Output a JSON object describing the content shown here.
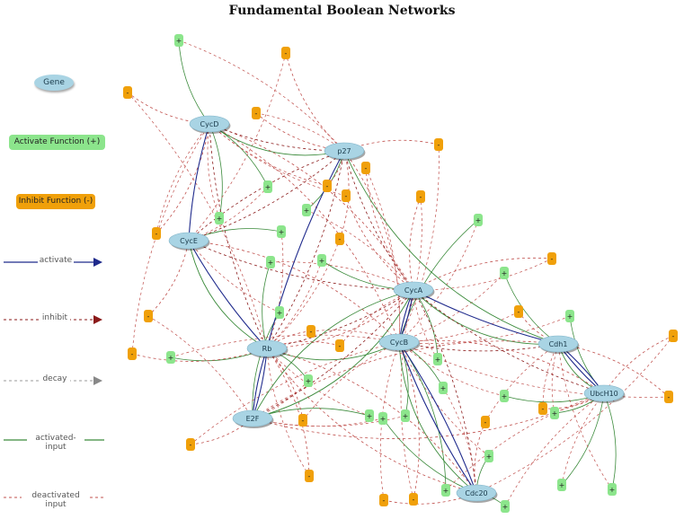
{
  "title": "Fundamental Boolean Networks",
  "legend": {
    "gene": "Gene",
    "activate_function": "Activate Function (+)",
    "inhibit_function": "Inhibit Function (-)",
    "activate": "activate",
    "inhibit": "inhibit",
    "decay": "decay",
    "activated_input": "activated-input",
    "deactivated_input": "deactivated input"
  },
  "colors": {
    "gene_fill": "#a9d4e4",
    "activate_box": "#8ce58c",
    "inhibit_box": "#f0a00a",
    "activate_edge": "#1f2a8c",
    "inhibit_edge": "#8b1a1a",
    "decay_edge": "#888888",
    "activated_input": "#3a8a3a",
    "deactivated_input": "#c0504d"
  },
  "genes": [
    "CycD",
    "p27",
    "CycE",
    "CycA",
    "Rb",
    "CycB",
    "Cdh1",
    "E2F",
    "UbcH10",
    "Cdc20"
  ],
  "function_nodes": {
    "activate_symbol": "+",
    "inhibit_symbol": "-"
  },
  "edges": {
    "activate": [
      [
        "CycD",
        "CycE"
      ],
      [
        "CycE",
        "Rb"
      ],
      [
        "Rb",
        "E2F"
      ],
      [
        "E2F",
        "Rb"
      ],
      [
        "CycA",
        "CycB"
      ],
      [
        "CycB",
        "Cdc20"
      ],
      [
        "Cdc20",
        "CycB"
      ],
      [
        "Cdh1",
        "UbcH10"
      ],
      [
        "UbcH10",
        "Cdh1"
      ],
      [
        "CycA",
        "Cdh1"
      ],
      [
        "p27",
        "Rb"
      ],
      [
        "CycB",
        "CycA"
      ]
    ],
    "inhibit": [
      [
        "CycD",
        "p27"
      ],
      [
        "p27",
        "CycE"
      ],
      [
        "CycE",
        "CycA"
      ],
      [
        "Rb",
        "CycA"
      ],
      [
        "E2F",
        "CycA"
      ],
      [
        "CycA",
        "UbcH10"
      ],
      [
        "Cdc20",
        "CycA"
      ],
      [
        "CycB",
        "Cdh1"
      ],
      [
        "p27",
        "CycA"
      ],
      [
        "Rb",
        "p27"
      ],
      [
        "CycD",
        "Rb"
      ],
      [
        "CycE",
        "p27"
      ]
    ],
    "activated_input": [
      [
        "CycD",
        "p27"
      ],
      [
        "CycE",
        "Rb"
      ],
      [
        "CycA",
        "E2F"
      ],
      [
        "CycB",
        "Cdc20"
      ],
      [
        "Cdh1",
        "UbcH10"
      ],
      [
        "E2F",
        "CycA"
      ],
      [
        "p27",
        "Cdh1"
      ],
      [
        "CycA",
        "Cdh1"
      ],
      [
        "Rb",
        "CycB"
      ]
    ],
    "deactivated_input": [
      [
        "CycD",
        "CycA"
      ],
      [
        "CycD",
        "CycB"
      ],
      [
        "CycE",
        "CycB"
      ],
      [
        "Rb",
        "Cdc20"
      ],
      [
        "E2F",
        "Cdh1"
      ],
      [
        "p27",
        "CycB"
      ],
      [
        "CycA",
        "Rb"
      ],
      [
        "CycB",
        "UbcH10"
      ],
      [
        "Cdc20",
        "Rb"
      ],
      [
        "UbcH10",
        "E2F"
      ]
    ]
  }
}
